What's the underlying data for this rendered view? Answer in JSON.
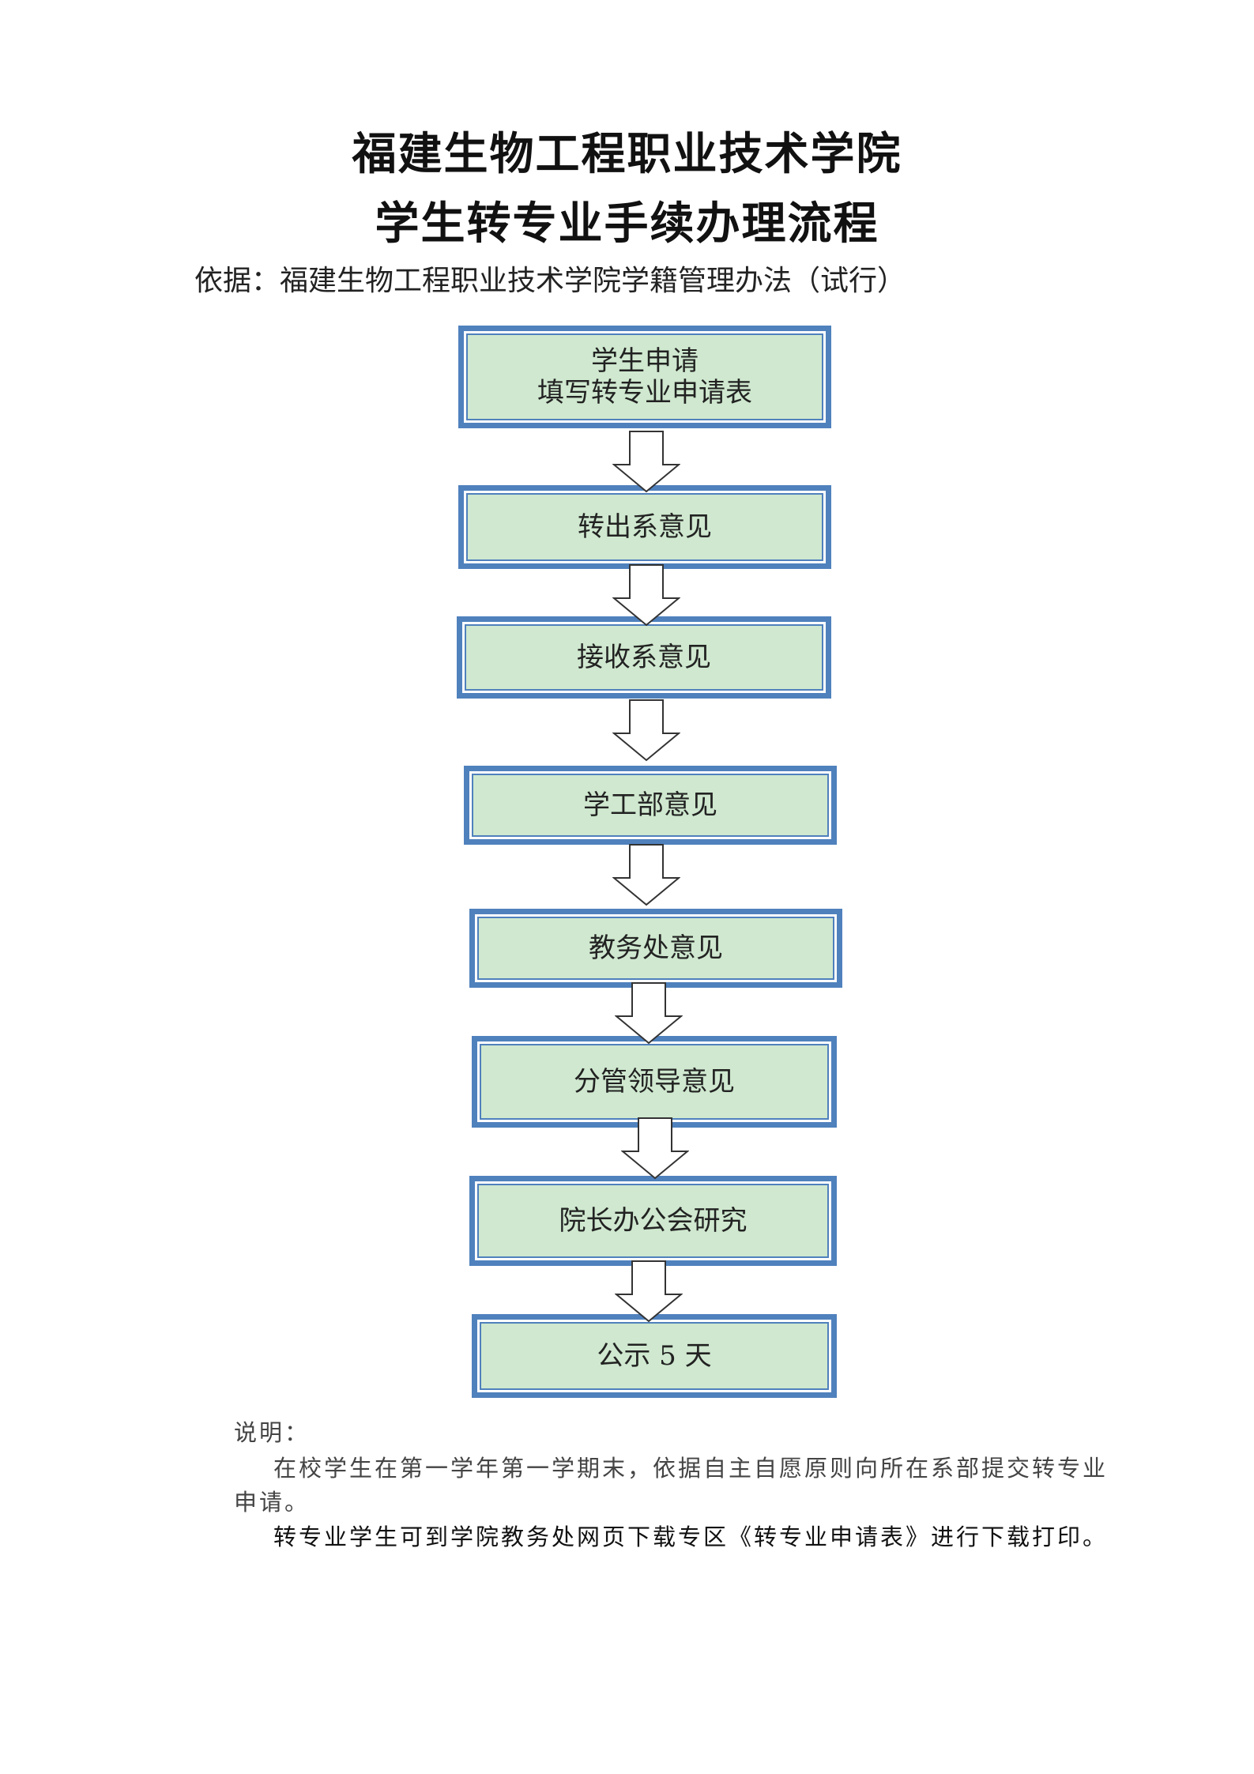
{
  "title": {
    "line1": "福建生物工程职业技术学院",
    "line2": "学生转专业手续办理流程"
  },
  "basis": "依据：福建生物工程职业技术学院学籍管理办法（试行）",
  "steps": [
    {
      "line1": "学生申请",
      "line2": "填写转专业申请表"
    },
    {
      "line1": "转出系意见",
      "line2": ""
    },
    {
      "line1": "接收系意见",
      "line2": ""
    },
    {
      "line1": "学工部意见",
      "line2": ""
    },
    {
      "line1": "教务处意见",
      "line2": ""
    },
    {
      "line1": "分管领导意见",
      "line2": ""
    },
    {
      "line1": "院长办公会研究",
      "line2": ""
    },
    {
      "line1": "公示 5 天",
      "line2": ""
    }
  ],
  "notes": {
    "heading": "说明：",
    "line1": "在校学生在第一学年第一学期末，依据自主自愿原则向所在系部提交转专业",
    "line2": "申请。",
    "line3": "转专业学生可到学院教务处网页下载专区《转专业申请表》进行下载打印。"
  },
  "colors": {
    "box_fill": "#cfe8cf",
    "box_border": "#4f81bd"
  }
}
